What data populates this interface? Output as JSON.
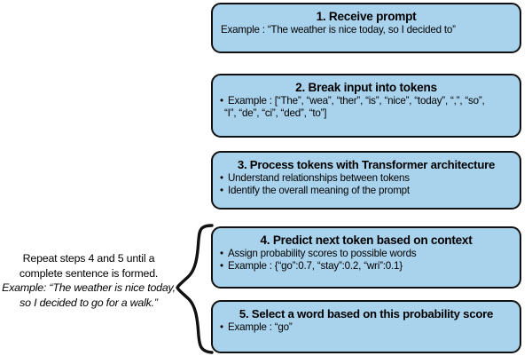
{
  "diagram": {
    "title_semantic": "llm-text-generation-steps",
    "box_fill_color": "#a9d2ec",
    "box_border_color": "#111111",
    "background_color": "#ffffff",
    "steps": [
      {
        "id": "step-1",
        "title": "1. Receive prompt",
        "lines": [
          {
            "bullet": false,
            "text": "Example : “The weather is nice today, so I decided to”"
          }
        ]
      },
      {
        "id": "step-2",
        "title": "2. Break input into tokens",
        "lines": [
          {
            "bullet": true,
            "text": "Example : [“The”, “wea”, “ther”, “is”, “nice”, “today”, “,”, “so”,"
          },
          {
            "bullet": false,
            "text": "“I”, “de”, “ci”, “ded”, “to”]"
          }
        ]
      },
      {
        "id": "step-3",
        "title": "3. Process tokens with Transformer architecture",
        "lines": [
          {
            "bullet": true,
            "text": "Understand relationships between tokens"
          },
          {
            "bullet": true,
            "text": "Identify the overall meaning of the prompt"
          }
        ]
      },
      {
        "id": "step-4",
        "title": "4. Predict next token based on context",
        "lines": [
          {
            "bullet": true,
            "text": "Assign probability scores to possible words"
          },
          {
            "bullet": true,
            "text": "Example : {“go”:0.7, “stay”:0.2, “wri”:0.1}"
          }
        ]
      },
      {
        "id": "step-5",
        "title": "5. Select a word based on this probability score",
        "lines": [
          {
            "bullet": true,
            "text": "Example : “go”"
          }
        ]
      }
    ],
    "bullet_glyph": "•",
    "repeat_note": {
      "main": "Repeat steps 4 and 5 until a complete sentence is formed.",
      "example": "Example: “The weather is nice today, so I decided to go for a walk.”"
    },
    "brace": {
      "name": "curly-brace",
      "spans_steps": "4–5",
      "color": "#111111"
    }
  }
}
